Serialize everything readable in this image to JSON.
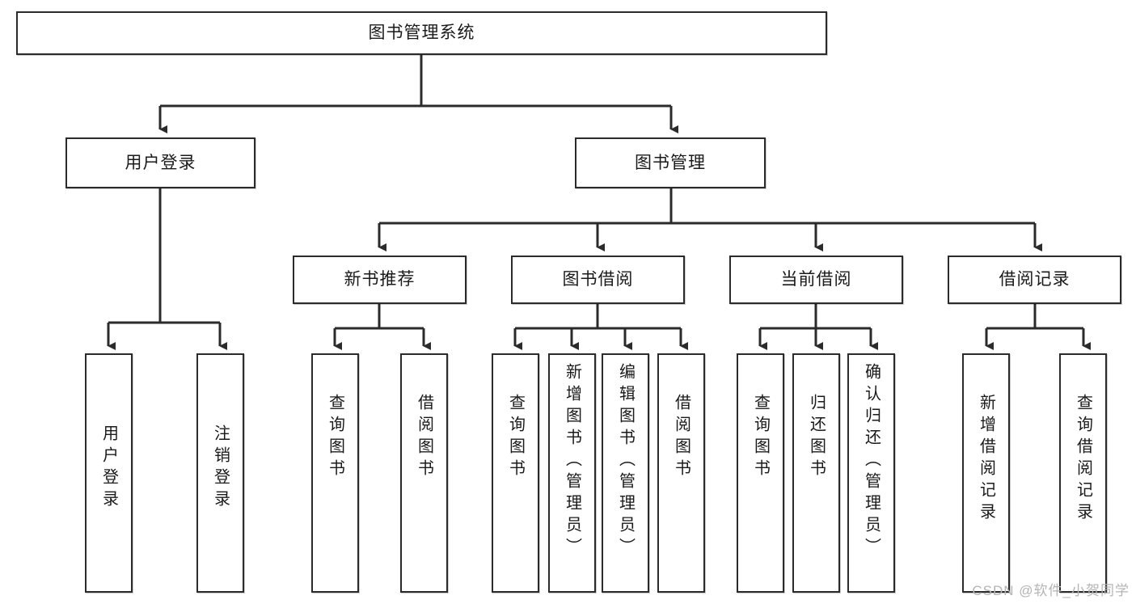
{
  "diagram": {
    "title": "图书管理系统",
    "type": "功能结构图",
    "watermark": "CSDN @软件_小贺同学",
    "colors": {
      "box_border": "#2b2b2b",
      "box_fill": "#ffffff",
      "connector": "#2b2b2b",
      "text": "#1a1a1a",
      "watermark": "#b4b4b4",
      "background": "#ffffff"
    },
    "root": {
      "label": "图书管理系统"
    },
    "level2": [
      {
        "label": "用户登录"
      },
      {
        "label": "图书管理"
      }
    ],
    "level3": [
      {
        "label": "新书推荐"
      },
      {
        "label": "图书借阅"
      },
      {
        "label": "当前借阅"
      },
      {
        "label": "借阅记录"
      }
    ],
    "leaves": {
      "user_login": [
        {
          "label": "用户登录"
        },
        {
          "label": "注销登录"
        }
      ],
      "new_book": [
        {
          "label": "查询图书"
        },
        {
          "label": "借阅图书"
        }
      ],
      "book_borrow": [
        {
          "label": "查询图书"
        },
        {
          "label": "新增图书（管理员）"
        },
        {
          "label": "编辑图书（管理员）"
        },
        {
          "label": "借阅图书"
        }
      ],
      "current_borrow": [
        {
          "label": "查询图书"
        },
        {
          "label": "归还图书"
        },
        {
          "label": "确认归还（管理员）"
        }
      ],
      "borrow_record": [
        {
          "label": "新增借阅记录"
        },
        {
          "label": "查询借阅记录"
        }
      ]
    }
  }
}
